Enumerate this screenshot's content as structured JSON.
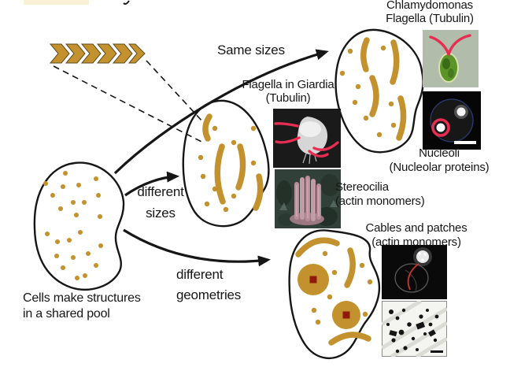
{
  "labels": {
    "chlamy1": "Chlamydomonas",
    "chlamy2": "Flagella (Tubulin)",
    "same_sizes": "Same sizes",
    "giardia1": "Flagella in Giardia",
    "giardia2": "(Tubulin)",
    "nucleoli1": "Nucleoli",
    "nucleoli2": "(Nucleolar proteins)",
    "stereo1": "Stereocilia",
    "stereo2": "(actin monomers)",
    "cables1": "Cables and patches",
    "cables2": "(actin monomers)",
    "diff_sizes1": "different",
    "diff_sizes2": "sizes",
    "diff_geo1": "different",
    "diff_geo2": "geometries",
    "pool1": "Cells make structures",
    "pool2": "in a shared pool"
  },
  "colors": {
    "gold": "#C3922E",
    "maroon": "#8E1A0B",
    "red": "#E62D52",
    "cream": "#FAF0D6",
    "ink": "#161616",
    "navy": "#2C3A6E",
    "green": "#5B9427",
    "chlamybg": "#B2BCAB",
    "mauve": "#B78E99",
    "teal": "#31413A"
  }
}
